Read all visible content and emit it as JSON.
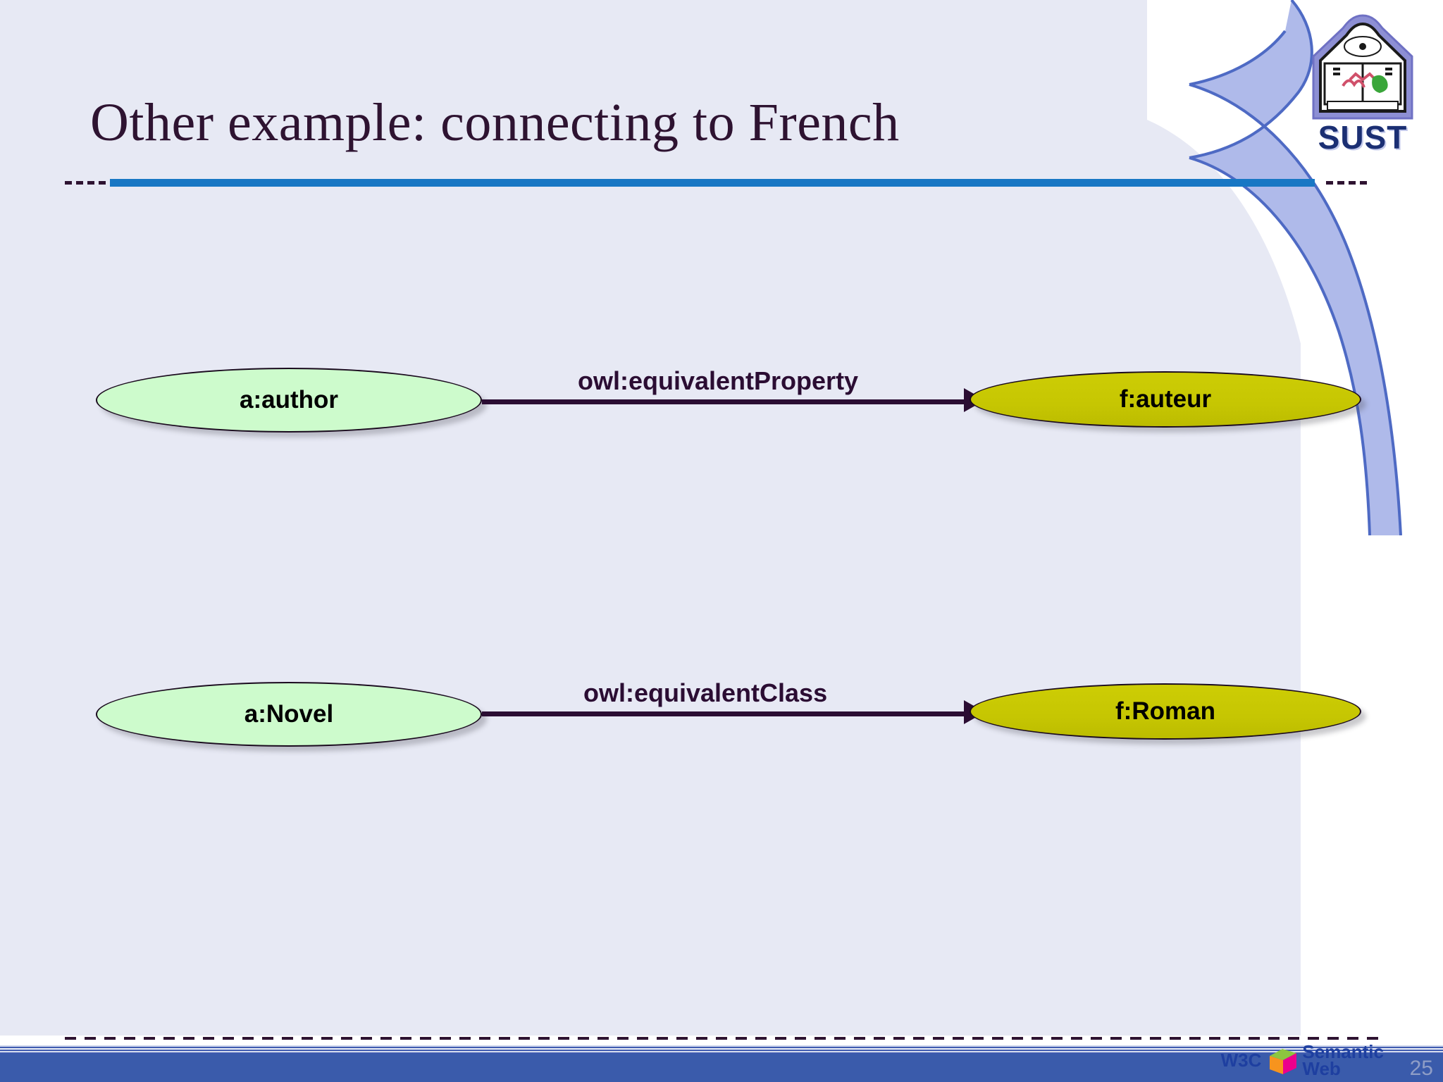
{
  "slide": {
    "title": "Other example: connecting to French",
    "page_number": "25",
    "colors": {
      "background": "#e7e9f4",
      "title_text": "#2e1331",
      "rule_blue": "#1877c4",
      "border_blue": "#3f5bb0",
      "footer_band": "#3a5bab",
      "node_green": "#cdfbcc",
      "node_olive": "#c8c800",
      "edge": "#2b0d33",
      "curl": "#a8b4e8"
    }
  },
  "branding": {
    "sust_logo_label": "SUST",
    "sust_logo_icon": "sust-shield-icon",
    "w3c_logo_text": "W3C",
    "semantic_web_line1": "Semantic",
    "semantic_web_line2": "Web",
    "w3c_cube_icon": "semantic-web-cube-icon"
  },
  "diagram": {
    "type": "graph",
    "nodes": [
      {
        "id": "a-author",
        "label": "a:author",
        "style": "green"
      },
      {
        "id": "f-auteur",
        "label": "f:auteur",
        "style": "olive"
      },
      {
        "id": "a-novel",
        "label": "a:Novel",
        "style": "green"
      },
      {
        "id": "f-roman",
        "label": "f:Roman",
        "style": "olive"
      }
    ],
    "edges": [
      {
        "id": "edge-1",
        "from": "a-author",
        "to": "f-auteur",
        "label": "owl:equivalentProperty",
        "arrow": "right"
      },
      {
        "id": "edge-2",
        "from": "a-novel",
        "to": "f-roman",
        "label": "owl:equivalentClass",
        "arrow": "right"
      }
    ]
  }
}
